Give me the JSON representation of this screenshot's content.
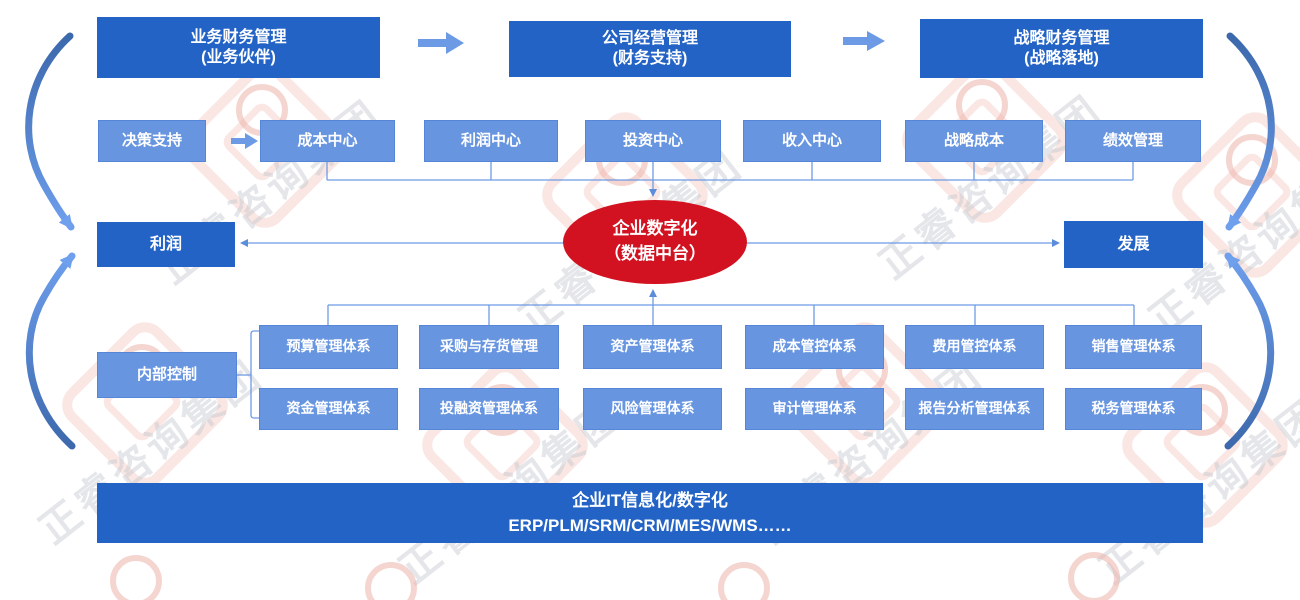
{
  "diagram": {
    "top_flow": [
      {
        "line1": "业务财务管理",
        "line2": "(业务伙伴)"
      },
      {
        "line1": "公司经营管理",
        "line2": "(财务支持)"
      },
      {
        "line1": "战略财务管理",
        "line2": "(战略落地)"
      }
    ],
    "decision_support": "决策支持",
    "centers": [
      "成本中心",
      "利润中心",
      "投资中心",
      "收入中心",
      "战略成本",
      "绩效管理"
    ],
    "hub": {
      "line1": "企业数字化",
      "line2": "（数据中台）"
    },
    "profit": "利润",
    "development": "发展",
    "internal_control": "内部控制",
    "systems_row1": [
      "预算管理体系",
      "采购与存货管理",
      "资产管理体系",
      "成本管控体系",
      "费用管控体系",
      "销售管理体系"
    ],
    "systems_row2": [
      "资金管理体系",
      "投融资管理体系",
      "风险管理体系",
      "审计管理体系",
      "报告分析管理体系",
      "税务管理体系"
    ],
    "it_bar": {
      "line1": "企业IT信息化/数字化",
      "line2": "ERP/PLM/SRM/CRM/MES/WMS……"
    }
  },
  "watermark_text": "正睿咨询集团",
  "colors": {
    "dark_blue": "#2263c5",
    "light_blue": "#6795e0",
    "hub_red": "#d21220",
    "connector_blue": "#6e9ae3",
    "arrow_light_blue": "#6d9ae5"
  }
}
